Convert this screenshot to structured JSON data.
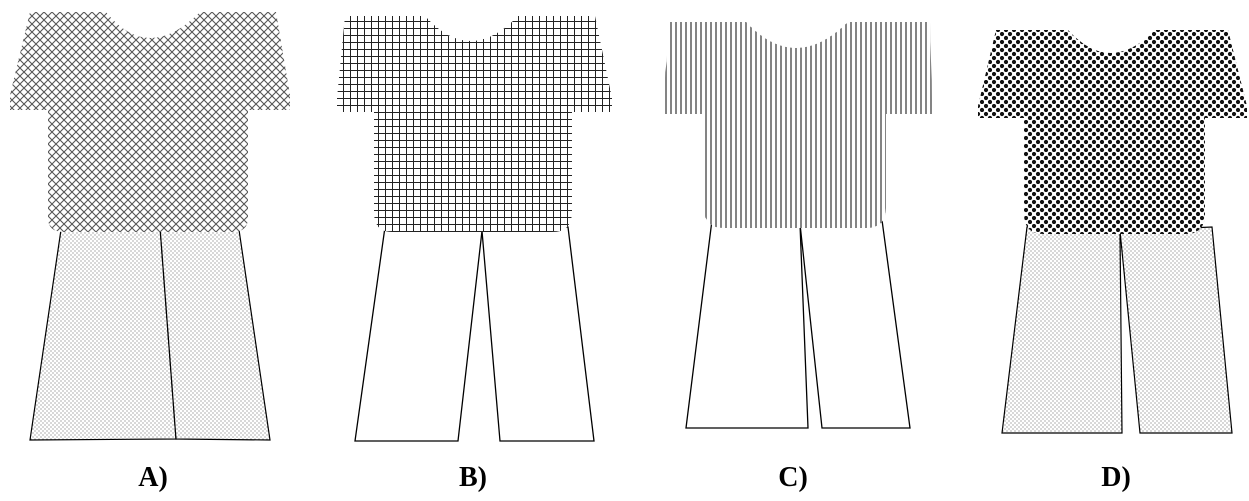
{
  "options": [
    {
      "label": "A)",
      "shirt_pattern": "diagonal-crosshatch",
      "pants_pattern": "fine-dots"
    },
    {
      "label": "B)",
      "shirt_pattern": "grid",
      "pants_pattern": "plain"
    },
    {
      "label": "C)",
      "shirt_pattern": "vertical-stripes",
      "pants_pattern": "plain"
    },
    {
      "label": "D)",
      "shirt_pattern": "bold-dots",
      "pants_pattern": "fine-dots"
    }
  ],
  "colors": {
    "outline": "#000000",
    "background": "#ffffff"
  }
}
